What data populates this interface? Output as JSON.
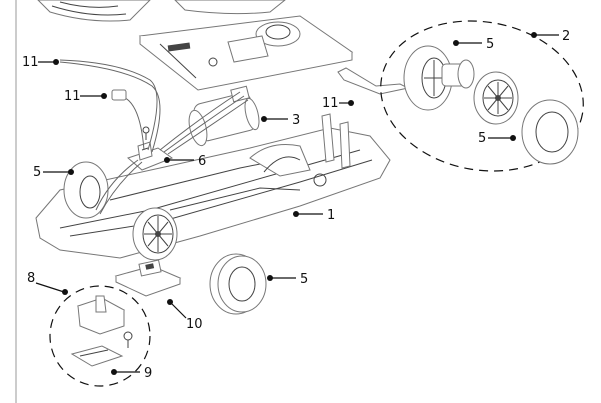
{
  "callouts": {
    "c1": "1",
    "c2": "2",
    "c3": "3",
    "c5a": "5",
    "c5b": "5",
    "c5c": "5",
    "c5d": "5",
    "c6": "6",
    "c8": "8",
    "c9": "9",
    "c10": "10",
    "c11a": "11",
    "c11b": "11",
    "c11c": "11"
  },
  "colors": {
    "ink": "#111111",
    "line_art": "#777777"
  }
}
